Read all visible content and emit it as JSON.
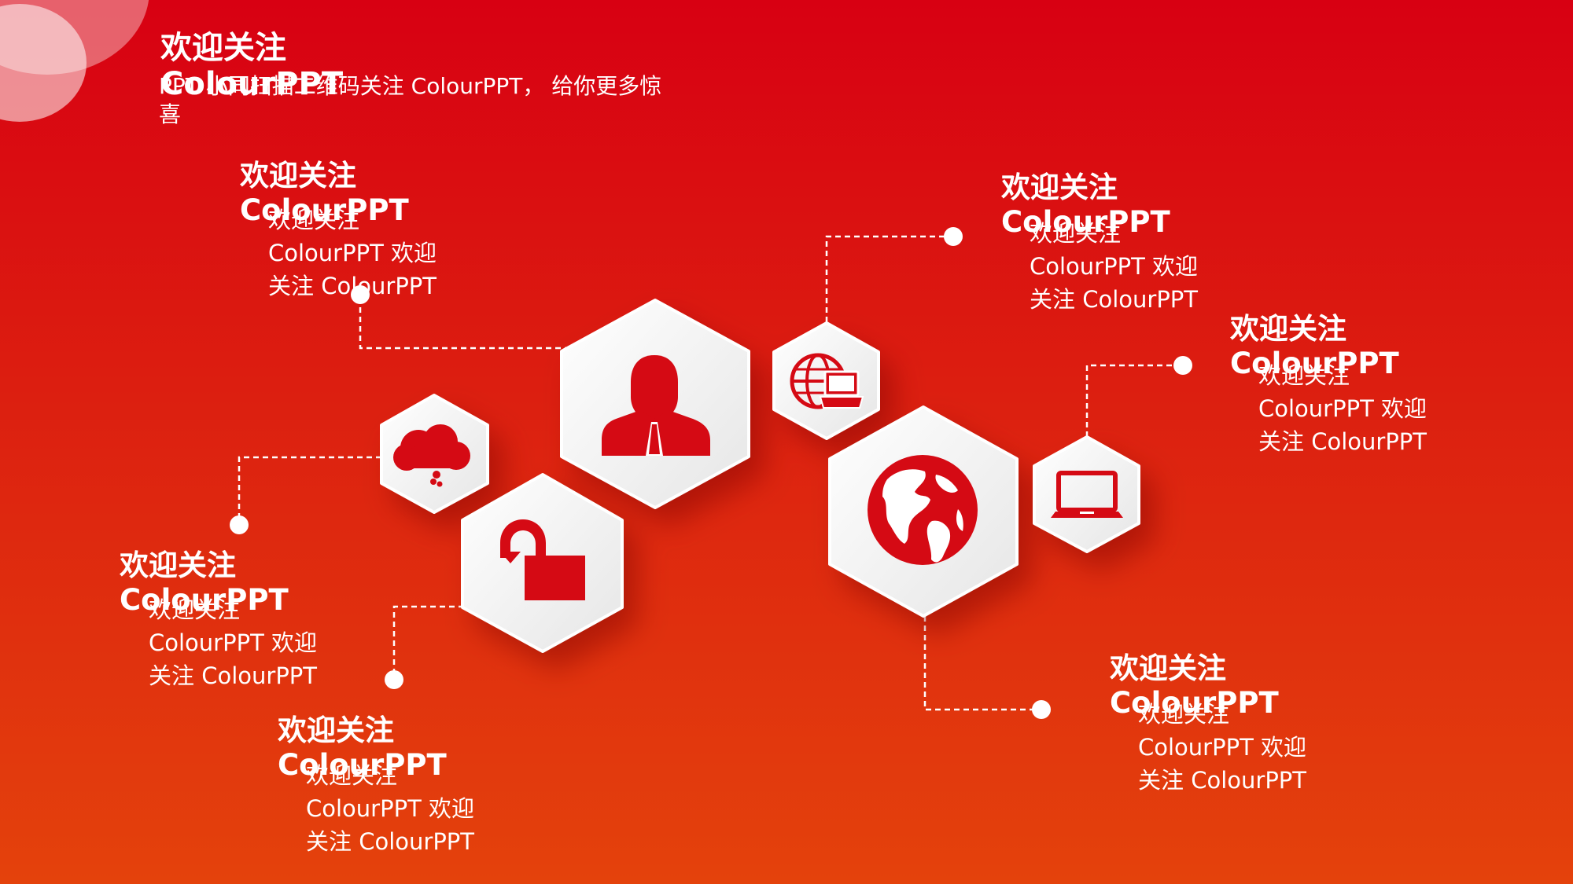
{
  "header": {
    "title": "欢迎关注 ColourPPT",
    "subtitle": "PPT 小同扫描二维码关注 ColourPPT， 给你更多惊喜"
  },
  "colors": {
    "accent": "#d50a14",
    "background_top": "#d80012",
    "background_bottom": "#e4420c",
    "hex_fill": "#f4f4f4"
  },
  "items": [
    {
      "title": "欢迎关注 ColourPPT",
      "body": "欢迎关注 ColourPPT 欢迎关注 ColourPPT"
    },
    {
      "title": "欢迎关注 ColourPPT",
      "body": "欢迎关注 ColourPPT 欢迎关注 ColourPPT"
    },
    {
      "title": "欢迎关注 ColourPPT",
      "body": "欢迎关注 ColourPPT 欢迎关注 ColourPPT"
    },
    {
      "title": "欢迎关注 ColourPPT",
      "body": "欢迎关注 ColourPPT 欢迎关注 ColourPPT"
    },
    {
      "title": "欢迎关注 ColourPPT",
      "body": "欢迎关注 ColourPPT 欢迎关注 ColourPPT"
    },
    {
      "title": "欢迎关注 ColourPPT",
      "body": "欢迎关注 ColourPPT 欢迎关注 ColourPPT"
    }
  ],
  "icons": [
    "person-icon",
    "cloud-icon",
    "unlock-icon",
    "globe-laptop-icon",
    "globe-icon",
    "laptop-icon"
  ]
}
